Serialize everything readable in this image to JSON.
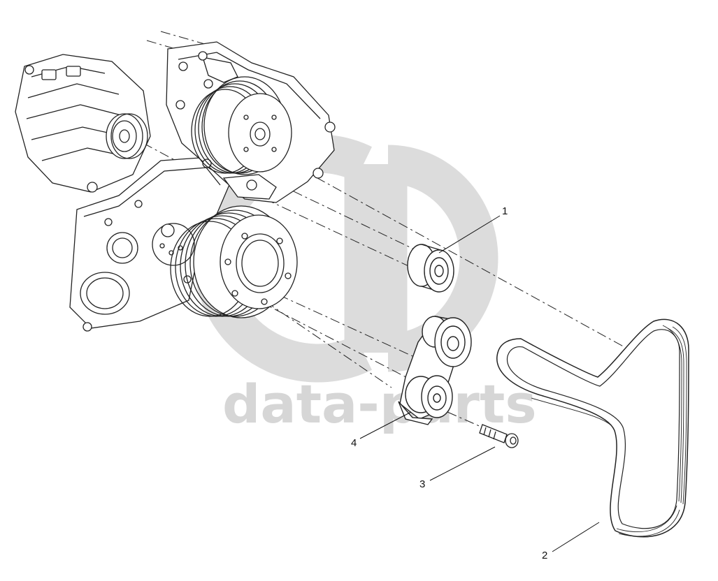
{
  "diagram": {
    "watermark": {
      "text": "data-parts",
      "color": "#d6d6d6"
    },
    "callouts": [
      {
        "number": "1",
        "part": "idler pulley"
      },
      {
        "number": "2",
        "part": "poly-v belt"
      },
      {
        "number": "3",
        "part": "tensioner bolt"
      },
      {
        "number": "4",
        "part": "belt tensioner"
      }
    ],
    "line_color": "#111111"
  }
}
